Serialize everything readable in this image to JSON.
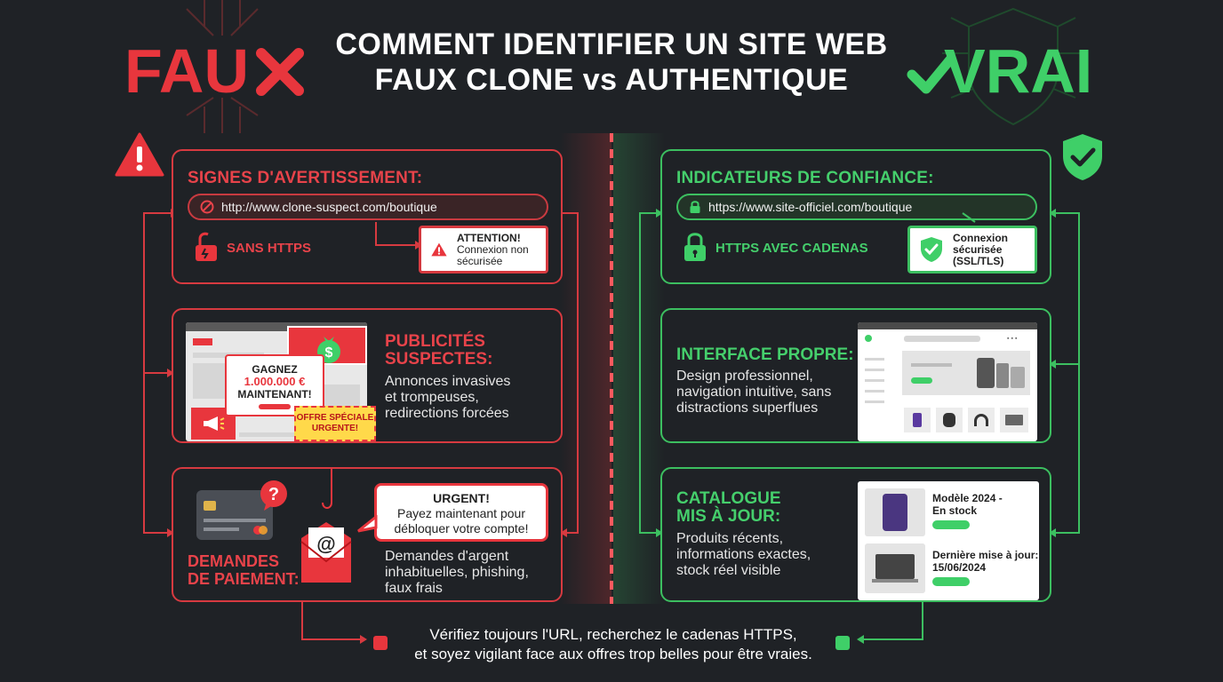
{
  "header": {
    "title_line1": "COMMENT IDENTIFIER UN SITE WEB",
    "title_line2": "FAUX CLONE vs AUTHENTIQUE",
    "fake_label": "FAU",
    "real_label": "VRAI"
  },
  "colors": {
    "red": "#e8363d",
    "green": "#3fcf68",
    "background": "#1f2226"
  },
  "fake": {
    "warnings": {
      "title": "SIGNES D'AVERTISSEMENT:",
      "url": "http://www.clone-suspect.com/boutique",
      "https_label": "SANS HTTPS",
      "popup_title": "ATTENTION!",
      "popup_text": "Connexion non sécurisée"
    },
    "ads": {
      "title_line1": "PUBLICITÉS",
      "title_line2": "SUSPECTES:",
      "desc_line1": "Annonces invasives",
      "desc_line2": "et trompeuses,",
      "desc_line3": "redirections forcées",
      "win_line1": "GAGNEZ",
      "win_line2": "1.000.000 €",
      "win_line3": "MAINTENANT!",
      "offer_line1": "OFFRE SPÉCIALE",
      "offer_line2": "URGENTE!"
    },
    "payments": {
      "title_line1": "DEMANDES",
      "title_line2": "DE PAIEMENT:",
      "bubble_line1": "URGENT!",
      "bubble_line2": "Payez maintenant pour",
      "bubble_line3": "débloquer votre compte!",
      "desc_line1": "Demandes d'argent",
      "desc_line2": "inhabituelles, phishing,",
      "desc_line3": "faux frais"
    }
  },
  "real": {
    "trust": {
      "title": "INDICATEURS DE CONFIANCE:",
      "url": "https://www.site-officiel.com/boutique",
      "https_label": "HTTPS AVEC CADENAS",
      "popup_line1": "Connexion",
      "popup_line2": "sécurisée",
      "popup_line3": "(SSL/TLS)"
    },
    "interface": {
      "title": "INTERFACE PROPRE:",
      "desc_line1": "Design professionnel,",
      "desc_line2": "navigation intuitive, sans",
      "desc_line3": "distractions superflues"
    },
    "catalog": {
      "title_line1": "CATALOGUE",
      "title_line2": "MIS À JOUR:",
      "desc_line1": "Produits récents,",
      "desc_line2": "informations exactes,",
      "desc_line3": "stock réel visible",
      "item1_line1": "Modèle 2024 -",
      "item1_line2": "En stock",
      "item2_line1": "Dernière mise à jour:",
      "item2_line2": "15/06/2024"
    }
  },
  "footer": {
    "line1": "Vérifiez toujours l'URL, recherchez le cadenas HTTPS,",
    "line2": "et soyez vigilant face aux offres trop belles pour être vraies."
  }
}
